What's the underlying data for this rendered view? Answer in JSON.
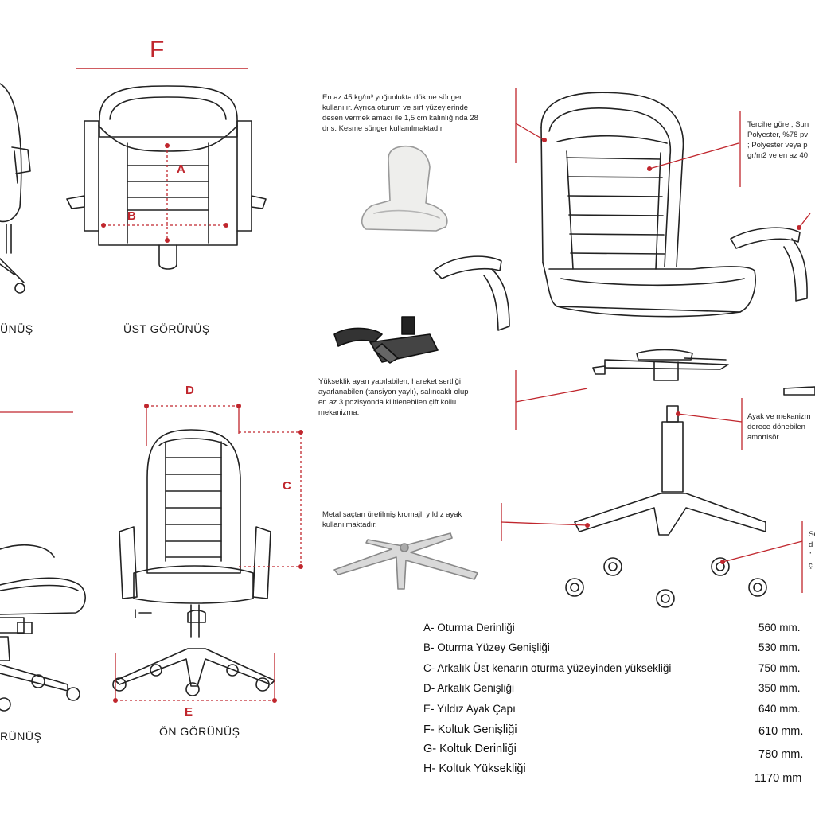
{
  "header": {
    "f_label": "F"
  },
  "views": {
    "side_partial": "ÜNÜŞ",
    "top": "ÜST GÖRÜNÜŞ",
    "bottom_left_partial": "RÜNÜŞ",
    "front": "ÖN GÖRÜNÜŞ"
  },
  "dimension_letters": {
    "a": "A",
    "b": "B",
    "c": "C",
    "d": "D",
    "e": "E"
  },
  "notes": {
    "foam": [
      "En az 45 kg/m³ yoğunlukta dökme sünger",
      "kullanılır. Ayrıca oturum ve sırt yüzeylerinde",
      "desen vermek amacı ile 1,5 cm kalınlığında 28",
      "dns. Kesme sünger kullanılmaktadır"
    ],
    "fabric": [
      "Tercihe göre , Sun",
      "Polyester, %78 pv",
      "; Polyester veya p",
      "gr/m2 ve en az 40"
    ],
    "mechanism": [
      "Yükseklik ayarı yapılabilen, hareket sertliği",
      "ayarlanabilen (tansiyon yaylı), salıncaklı olup",
      "en az 3 pozisyonda kilitlenebilen çift kollu",
      "mekanizma."
    ],
    "gaslift": [
      "Ayak ve mekanizm",
      "derece dönebilen",
      "amortisör."
    ],
    "base": [
      "Metal saçtan üretilmiş kromajlı yıldız ayak",
      "kullanılmaktadır."
    ],
    "casters": [
      "Se",
      "d",
      "\"",
      "ç"
    ]
  },
  "specs": [
    {
      "key": "A-",
      "label": "Oturma Derinliği",
      "value": "560  mm."
    },
    {
      "key": "B-",
      "label": "Oturma Yüzey Genişliği",
      "value": "530  mm."
    },
    {
      "key": "C-",
      "label": "Arkalık Üst kenarın oturma yüzeyinden yüksekliği",
      "value": "750  mm."
    },
    {
      "key": "D-",
      "label": "Arkalık Genişliği",
      "value": "350  mm."
    },
    {
      "key": "E-",
      "label": "Yıldız Ayak Çapı",
      "value": "640  mm."
    },
    {
      "key": "F-",
      "label": "Koltuk Genişliği",
      "value": "610 mm."
    },
    {
      "key": "G-",
      "label": "Koltuk Derinliği",
      "value": "780 mm."
    },
    {
      "key": "H-",
      "label": "Koltuk Yüksekliği",
      "value": "1170 mm"
    }
  ],
  "colors": {
    "dimension": "#c0262d",
    "line": "#222222"
  }
}
